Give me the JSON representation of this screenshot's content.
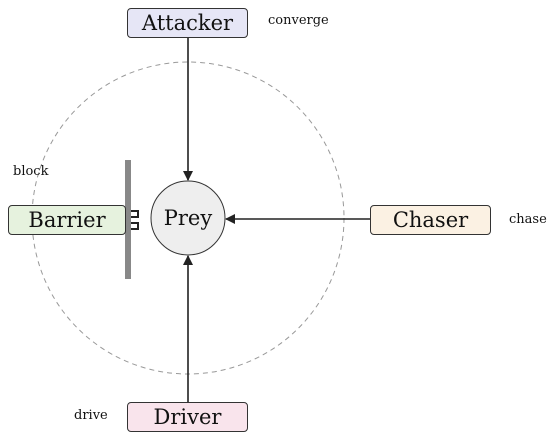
{
  "nodes": {
    "attacker": {
      "label": "Attacker",
      "fill": "#E6E6F6"
    },
    "prey": {
      "label": "Prey",
      "fill": "#EEEEEE"
    },
    "barrier": {
      "label": "Barrier",
      "fill": "#E6F2DE"
    },
    "chaser": {
      "label": "Chaser",
      "fill": "#FBF1E3"
    },
    "driver": {
      "label": "Driver",
      "fill": "#F9E4EC"
    }
  },
  "roles": {
    "converge": "converge",
    "block": "block",
    "chase": "chase",
    "drive": "drive"
  },
  "colors": {
    "stroke": "#222222",
    "boundary": "#999999",
    "wall": "#888888"
  }
}
